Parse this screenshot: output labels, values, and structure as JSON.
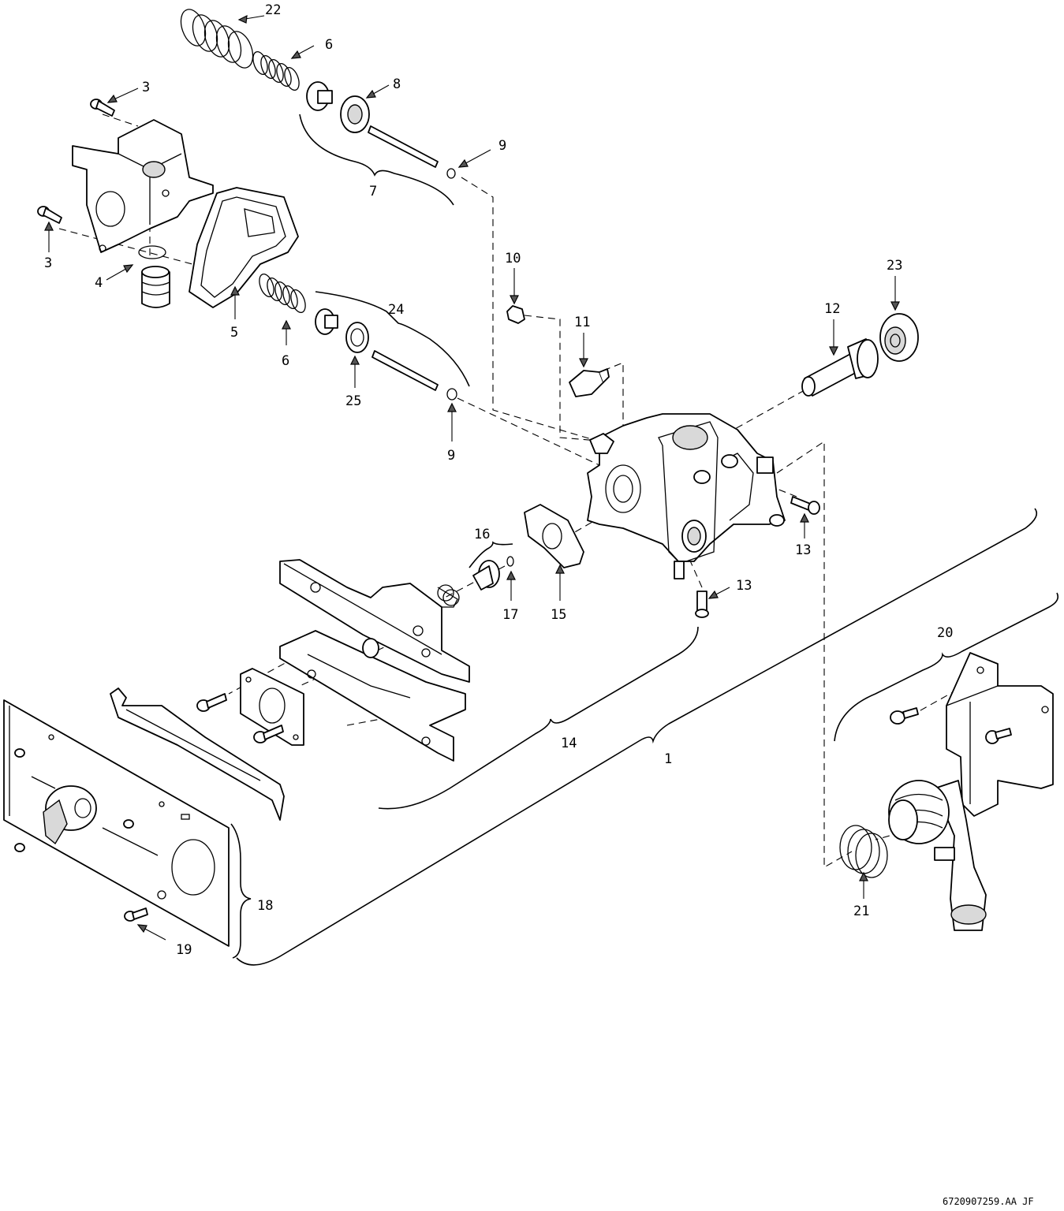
{
  "diagram": {
    "reference_code": "6720907259.AA   JF",
    "callouts": [
      {
        "id": "c22",
        "text": "22"
      },
      {
        "id": "c6a",
        "text": "6"
      },
      {
        "id": "c3a",
        "text": "3"
      },
      {
        "id": "c8",
        "text": "8"
      },
      {
        "id": "c9a",
        "text": "9"
      },
      {
        "id": "c7",
        "text": "7"
      },
      {
        "id": "c3b",
        "text": "3"
      },
      {
        "id": "c10",
        "text": "10"
      },
      {
        "id": "c23",
        "text": "23"
      },
      {
        "id": "c4",
        "text": "4"
      },
      {
        "id": "c12",
        "text": "12"
      },
      {
        "id": "c24",
        "text": "24"
      },
      {
        "id": "c11",
        "text": "11"
      },
      {
        "id": "c5",
        "text": "5"
      },
      {
        "id": "c6b",
        "text": "6"
      },
      {
        "id": "c25",
        "text": "25"
      },
      {
        "id": "c9b",
        "text": "9"
      },
      {
        "id": "c16",
        "text": "16"
      },
      {
        "id": "c13a",
        "text": "13"
      },
      {
        "id": "c13b",
        "text": "13"
      },
      {
        "id": "c17",
        "text": "17"
      },
      {
        "id": "c15",
        "text": "15"
      },
      {
        "id": "c20",
        "text": "20"
      },
      {
        "id": "c14",
        "text": "14"
      },
      {
        "id": "c1",
        "text": "1"
      },
      {
        "id": "c18",
        "text": "18"
      },
      {
        "id": "c21",
        "text": "21"
      },
      {
        "id": "c19",
        "text": "19"
      }
    ]
  }
}
